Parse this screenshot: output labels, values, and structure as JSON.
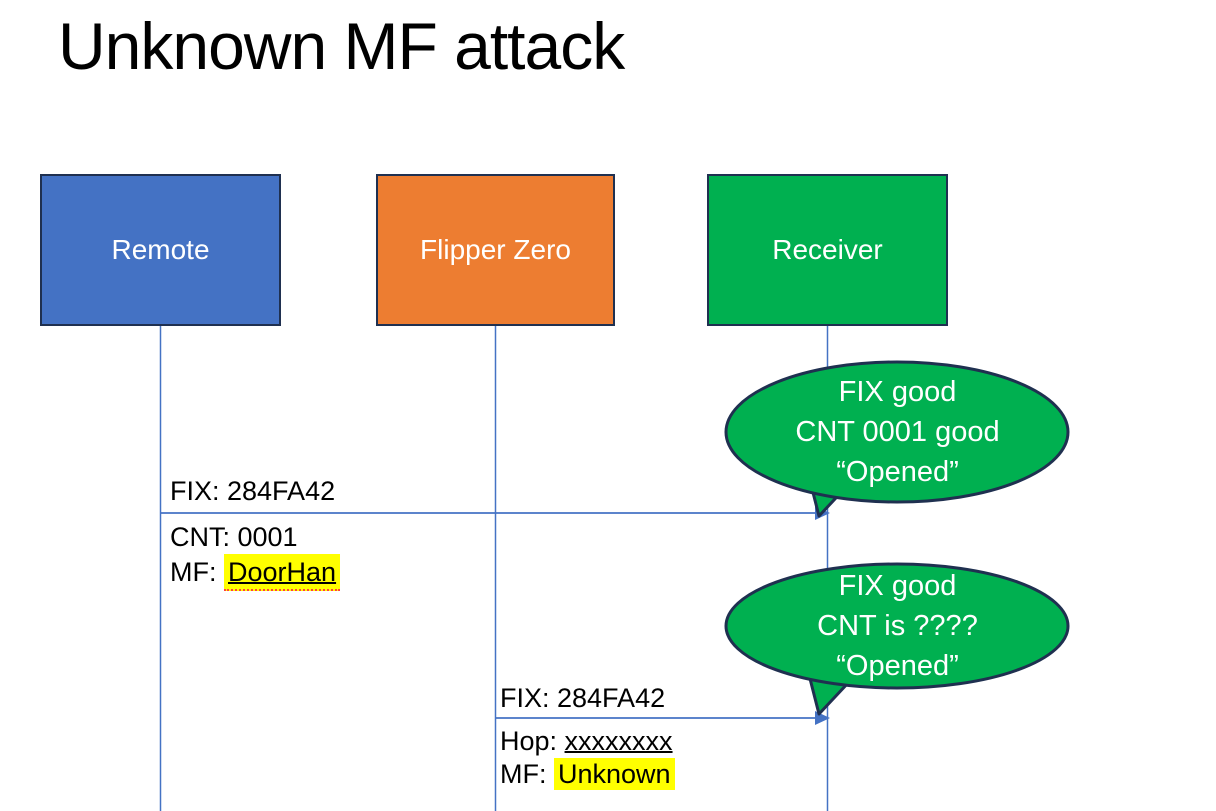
{
  "title": "Unknown MF attack",
  "actors": [
    {
      "label": "Remote",
      "fill": "#4472C4"
    },
    {
      "label": "Flipper Zero",
      "fill": "#ED7D31"
    },
    {
      "label": "Receiver",
      "fill": "#00B050"
    }
  ],
  "messages": [
    {
      "from": "Remote",
      "to": "Receiver",
      "line1": "FIX: 284FA42",
      "line2": "CNT: 0001",
      "line3_prefix": "MF: ",
      "line3_highlighted": "DoorHan"
    },
    {
      "from": "Flipper Zero",
      "to": "Receiver",
      "line1": "FIX: 284FA42",
      "line2_prefix": "Hop: ",
      "line2_underlined": "xxxxxxxx",
      "line3_prefix": "MF: ",
      "line3_highlighted": "Unknown"
    }
  ],
  "bubbles": [
    {
      "line1": "FIX good",
      "line2": "CNT 0001 good",
      "line3": "“Opened”"
    },
    {
      "line1": "FIX good",
      "line2": "CNT is ????",
      "line3": "“Opened”"
    }
  ],
  "colors": {
    "actor_remote": "#4472C4",
    "actor_flipper_zero": "#ED7D31",
    "actor_receiver": "#00B050",
    "bubble_fill": "#00B050",
    "shape_outline": "#1F3050",
    "connector_blue": "#4472C4",
    "highlight_yellow": "#FFFF00",
    "spellcheck_red": "#FF4040",
    "title_text": "#000000",
    "actor_text": "#FFFFFF"
  }
}
